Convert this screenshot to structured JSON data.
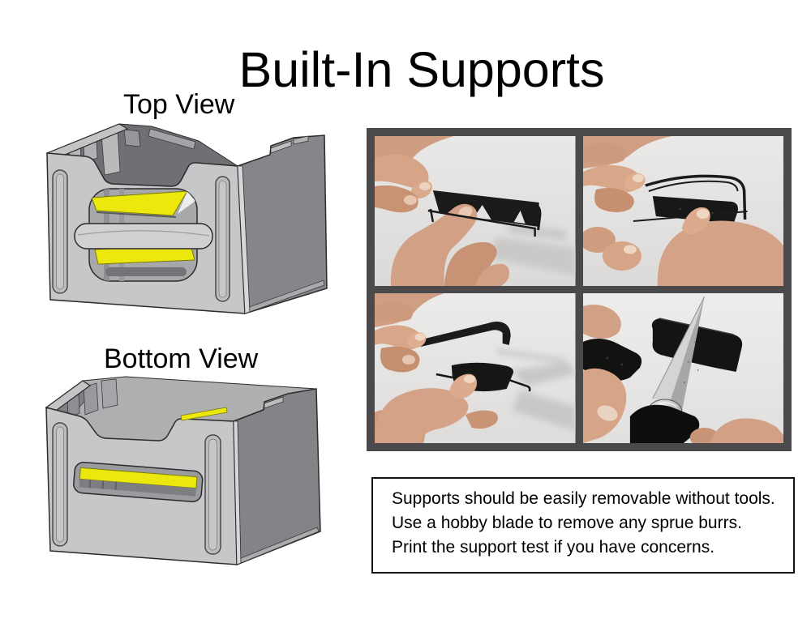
{
  "title": "Built-In Supports",
  "views": {
    "top": {
      "label": "Top View"
    },
    "bottom": {
      "label": "Bottom View"
    }
  },
  "instructions": {
    "lines": [
      "Supports should be easily removable without tools.",
      "Use a hobby blade to remove any sprue burrs.",
      "Print the support test if you have concerns."
    ]
  },
  "colors": {
    "support_highlight": "#ECE70D",
    "model_gray_light": "#C6C7C9",
    "model_gray_dark": "#85868A",
    "photo_frame": "#4A4A4C",
    "page_background": "#FFFFFF",
    "text": "#000000"
  }
}
